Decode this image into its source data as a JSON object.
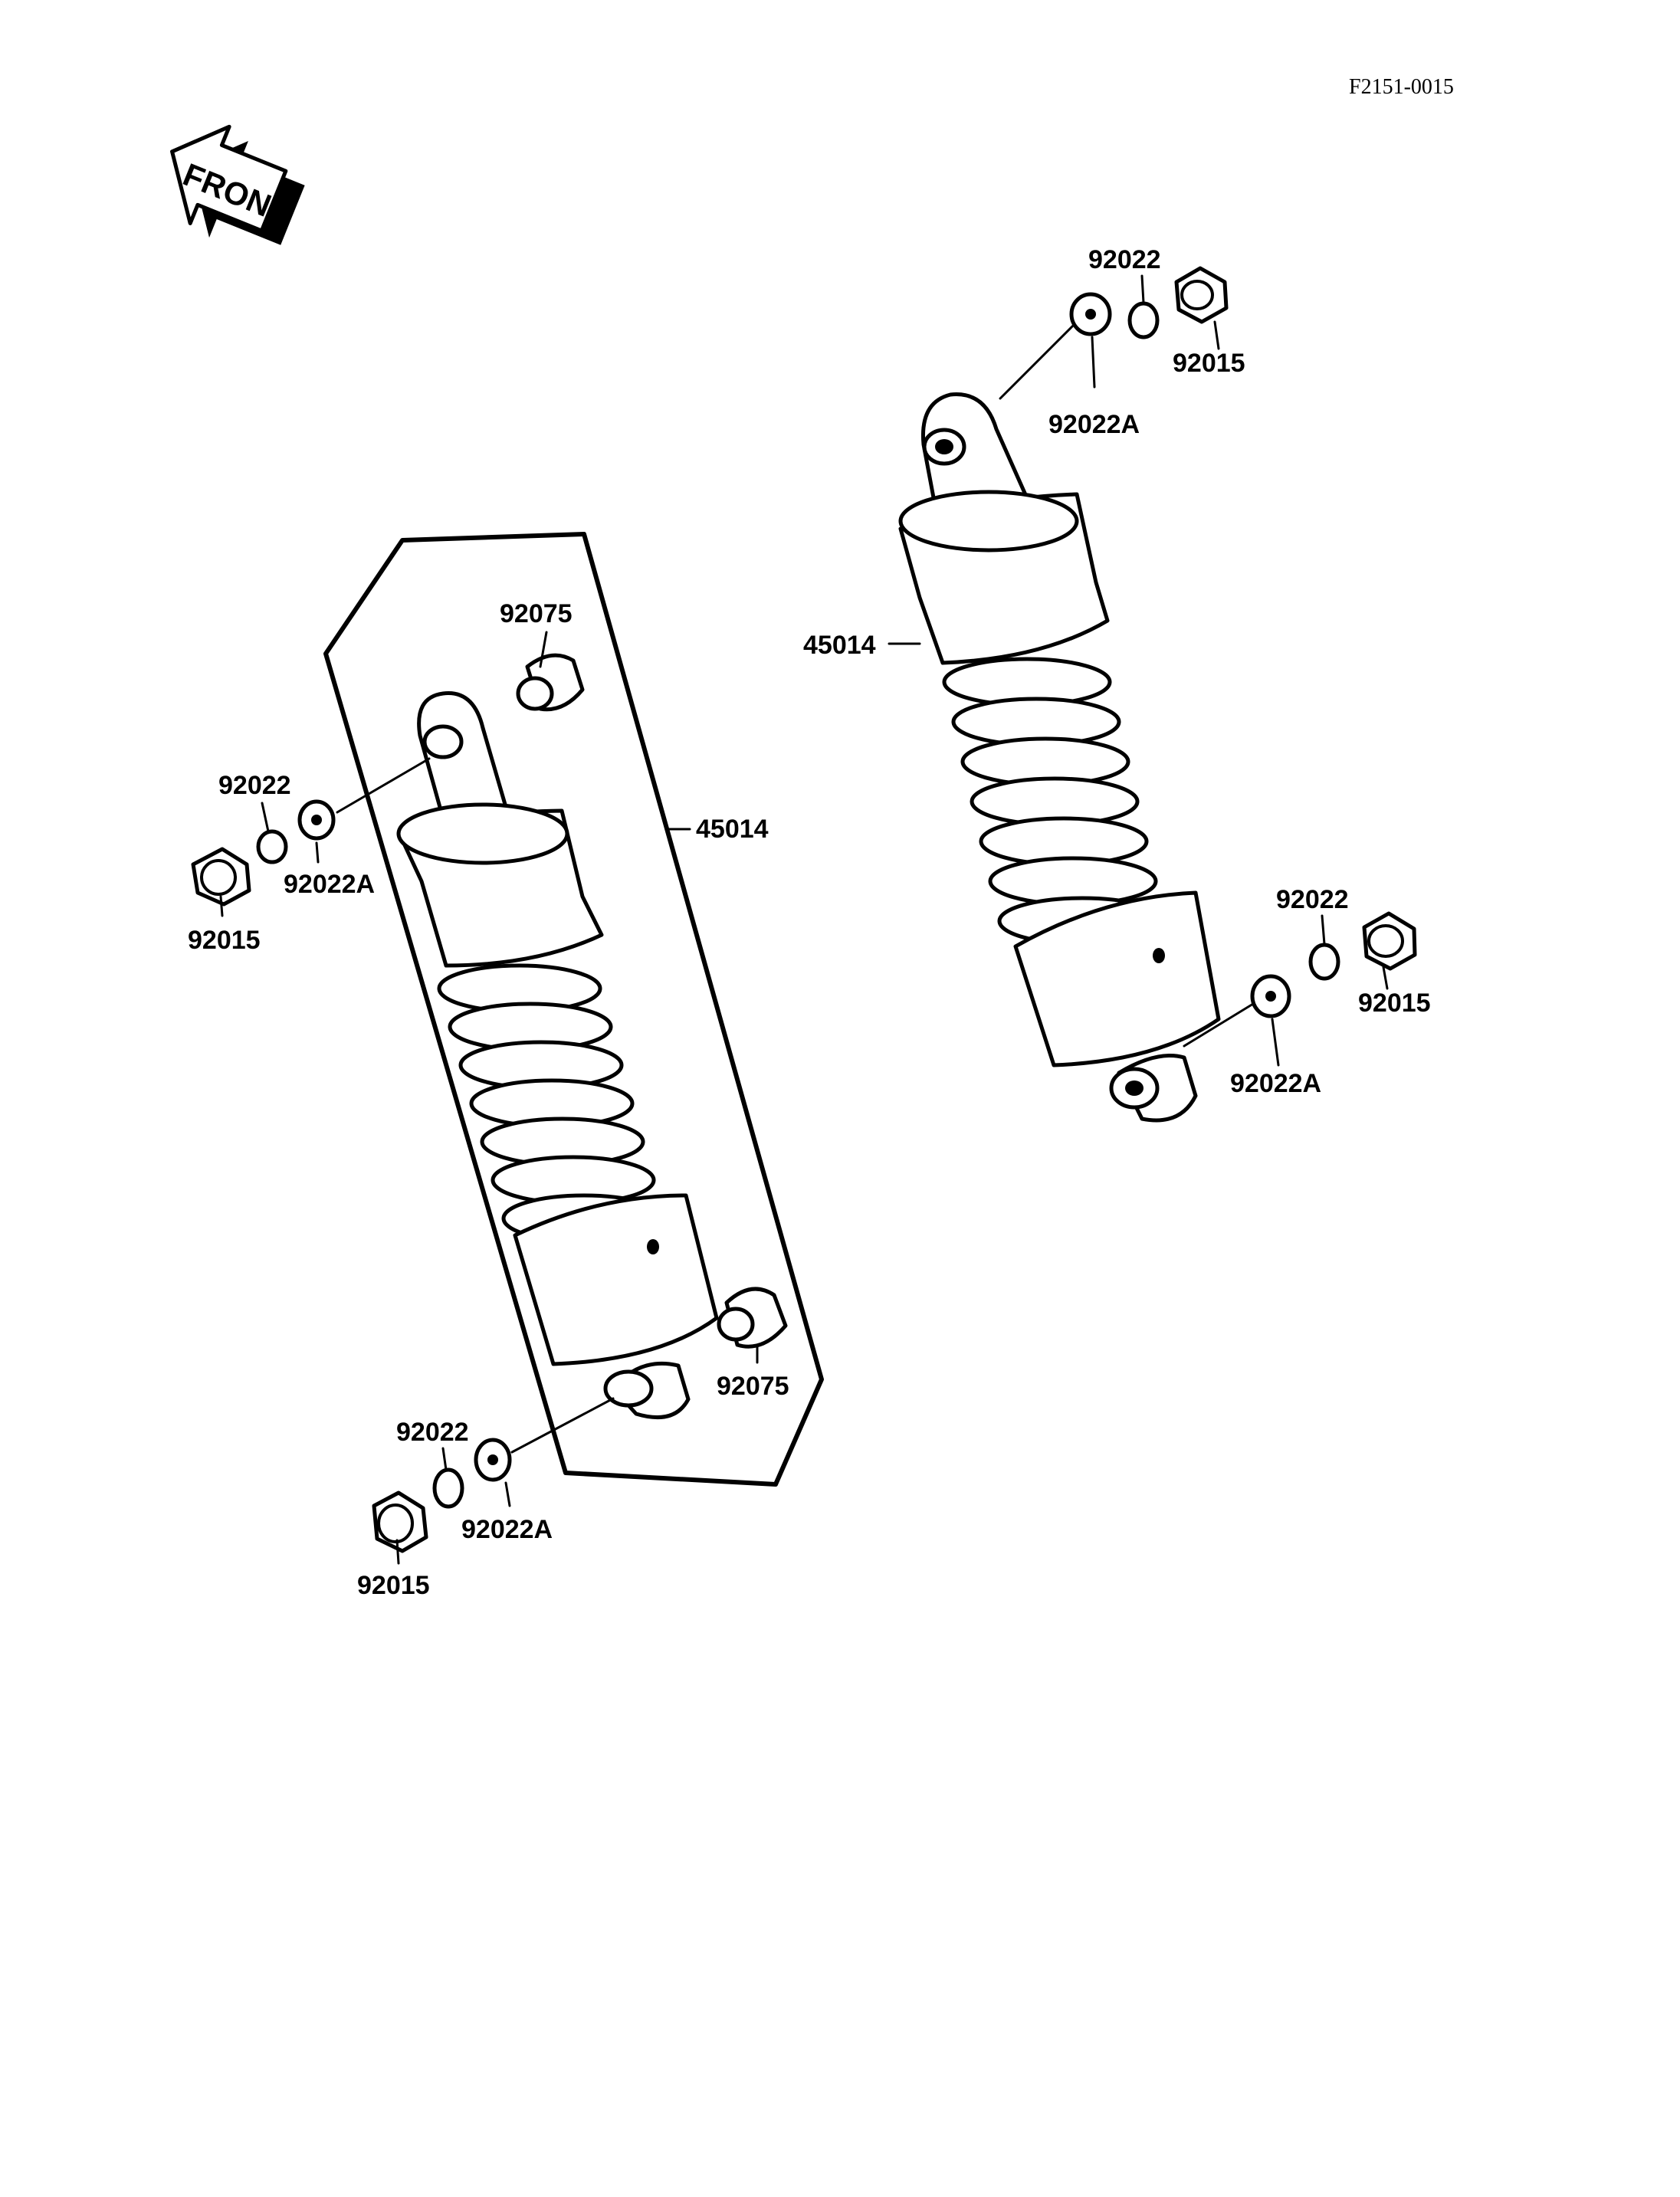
{
  "figure_code": "F2151-0015",
  "front_arrow": {
    "label": "FRONT",
    "icon": "front-direction-arrow-icon"
  },
  "colors": {
    "ink": "#000000",
    "paper": "#ffffff"
  },
  "labels": {
    "left_top_bushing": "92075",
    "left_assembly": "45014",
    "left_upper_washer": "92022",
    "left_upper_washer_a": "92022A",
    "left_upper_nut": "92015",
    "left_lower_bushing": "92075",
    "left_lower_washer": "92022",
    "left_lower_washer_a": "92022A",
    "left_lower_nut": "92015",
    "right_upper_washer": "92022",
    "right_upper_nut": "92015",
    "right_upper_washer_a": "92022A",
    "right_assembly": "45014",
    "right_lower_washer": "92022",
    "right_lower_nut": "92015",
    "right_lower_washer_a": "92022A"
  }
}
